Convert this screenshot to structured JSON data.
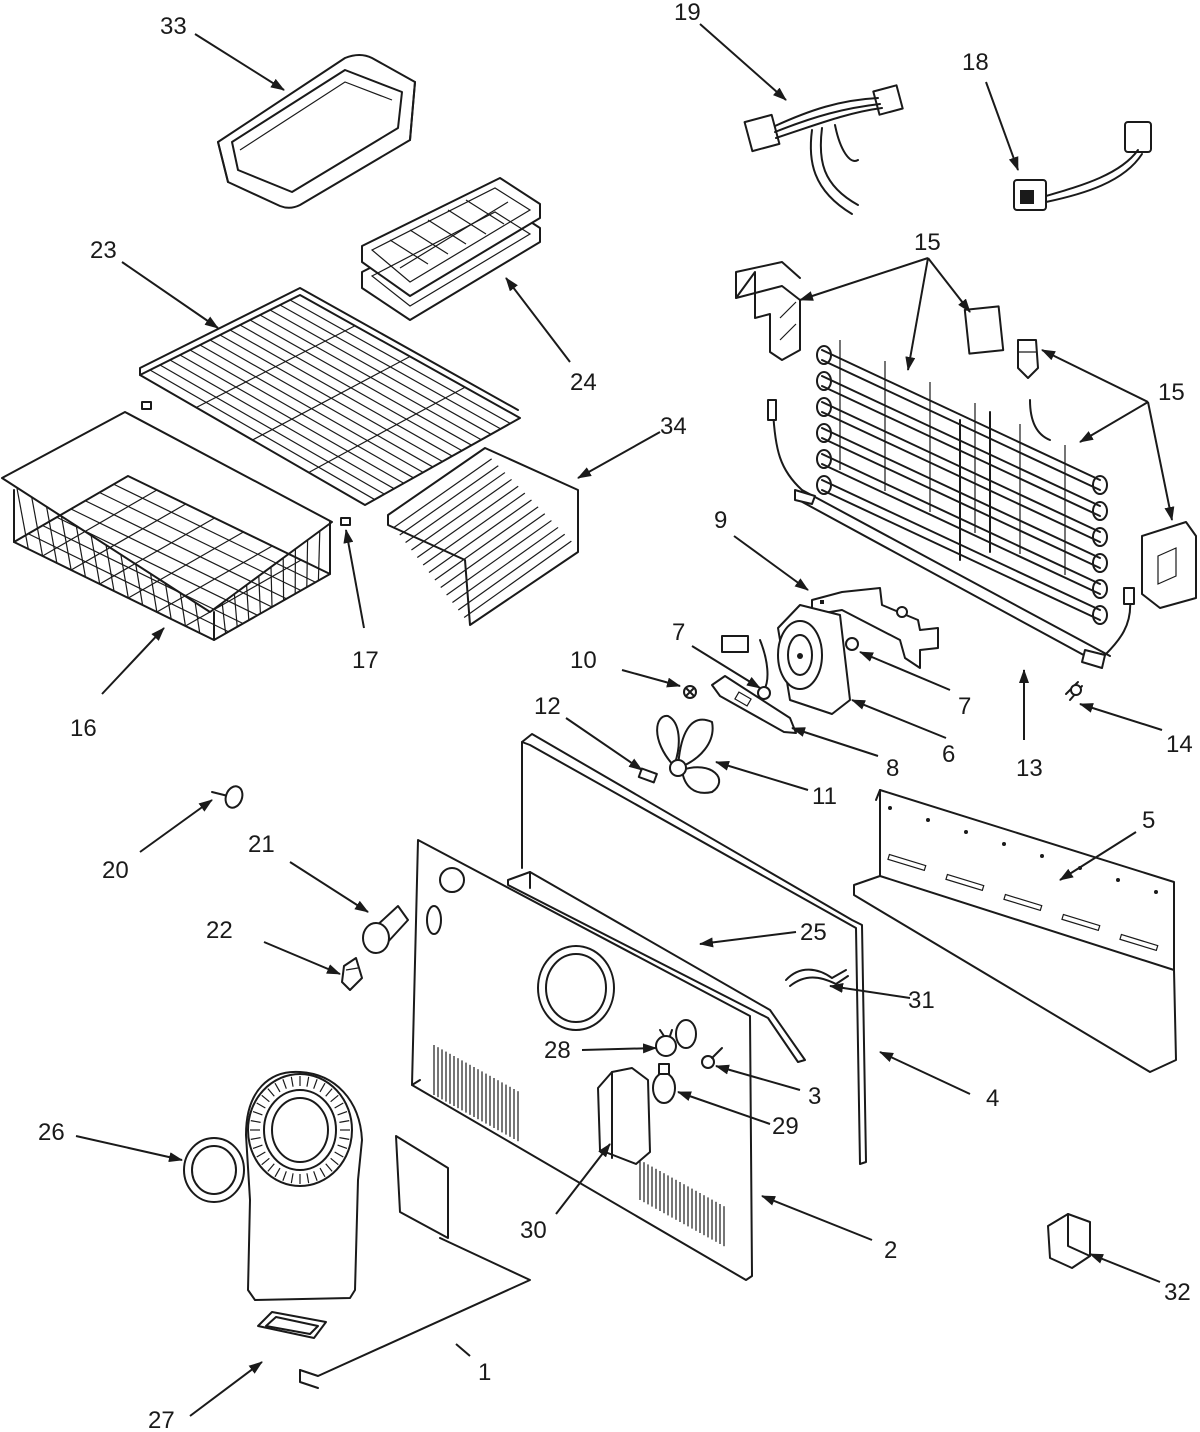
{
  "callouts": [
    "1",
    "2",
    "3",
    "4",
    "5",
    "6",
    "7",
    "7",
    "8",
    "9",
    "10",
    "11",
    "12",
    "13",
    "14",
    "15",
    "15",
    "16",
    "17",
    "18",
    "19",
    "20",
    "21",
    "22",
    "23",
    "24",
    "25",
    "26",
    "27",
    "28",
    "29",
    "30",
    "31",
    "32",
    "33",
    "34"
  ],
  "colors": {
    "line": "#1a1a1a",
    "background": "#ffffff"
  }
}
